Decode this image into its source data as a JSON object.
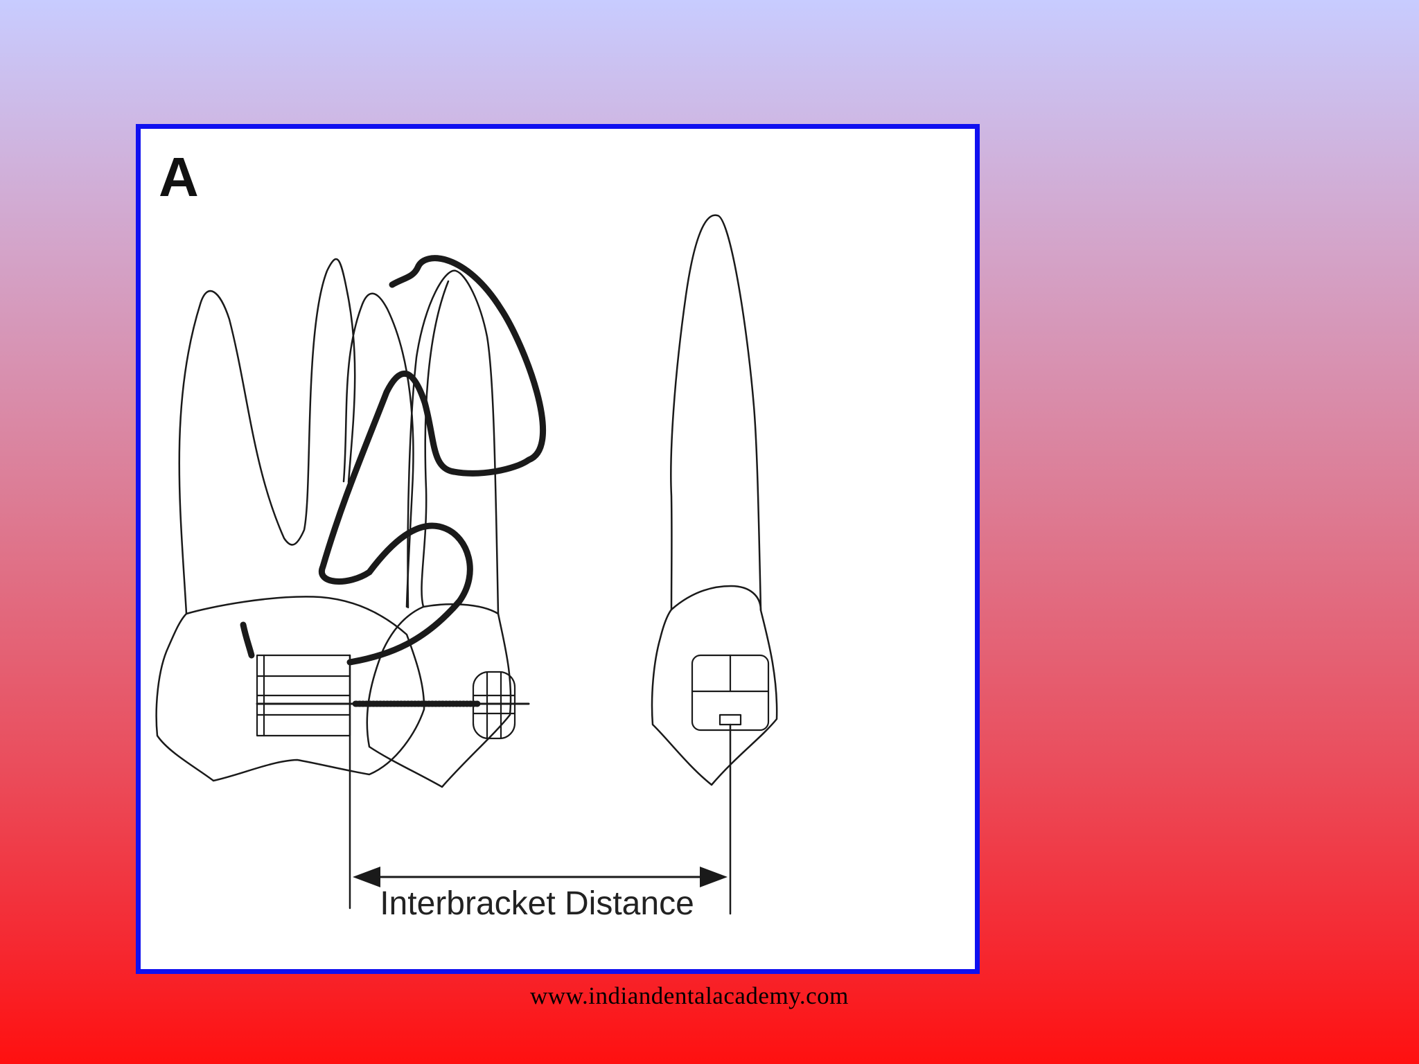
{
  "figure": {
    "panel_label": "A",
    "dimension_label": "Interbracket Distance"
  },
  "footer": {
    "url": "www.indiandentalacademy.com"
  },
  "colors": {
    "frame_border": "#1010f0",
    "line": "#1a1a1a",
    "background_top": "#c8ccff",
    "background_bottom": "#ff1010"
  }
}
